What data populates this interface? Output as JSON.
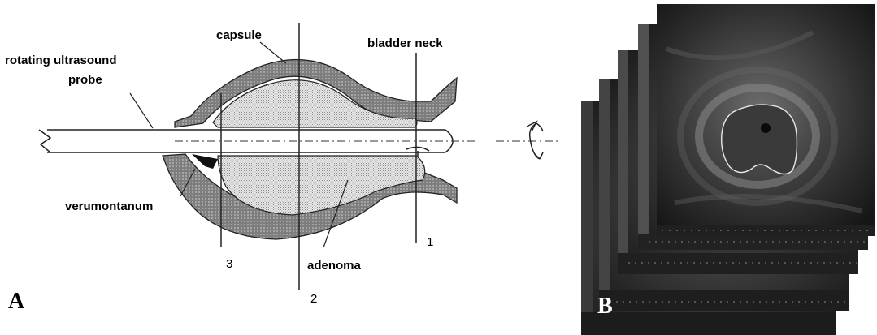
{
  "panel_a": {
    "letter": "A",
    "labels": {
      "probe": [
        "rotating ultrasound",
        "probe"
      ],
      "capsule": "capsule",
      "bladder_neck": "bladder neck",
      "verumontanum": "verumontanum",
      "adenoma": "adenoma"
    },
    "plane_numbers": {
      "p1": "1",
      "p2": "2",
      "p3": "3"
    }
  },
  "panel_b": {
    "letter": "B"
  },
  "colors": {
    "capsule_fill": "#8c8c8c",
    "adenoma_fill": "#d2d2d2",
    "ultrasound_bg": "#2a2a2a",
    "panel_b_letter": "#ffffff"
  },
  "icons": [
    "rotation-arrow-icon"
  ]
}
